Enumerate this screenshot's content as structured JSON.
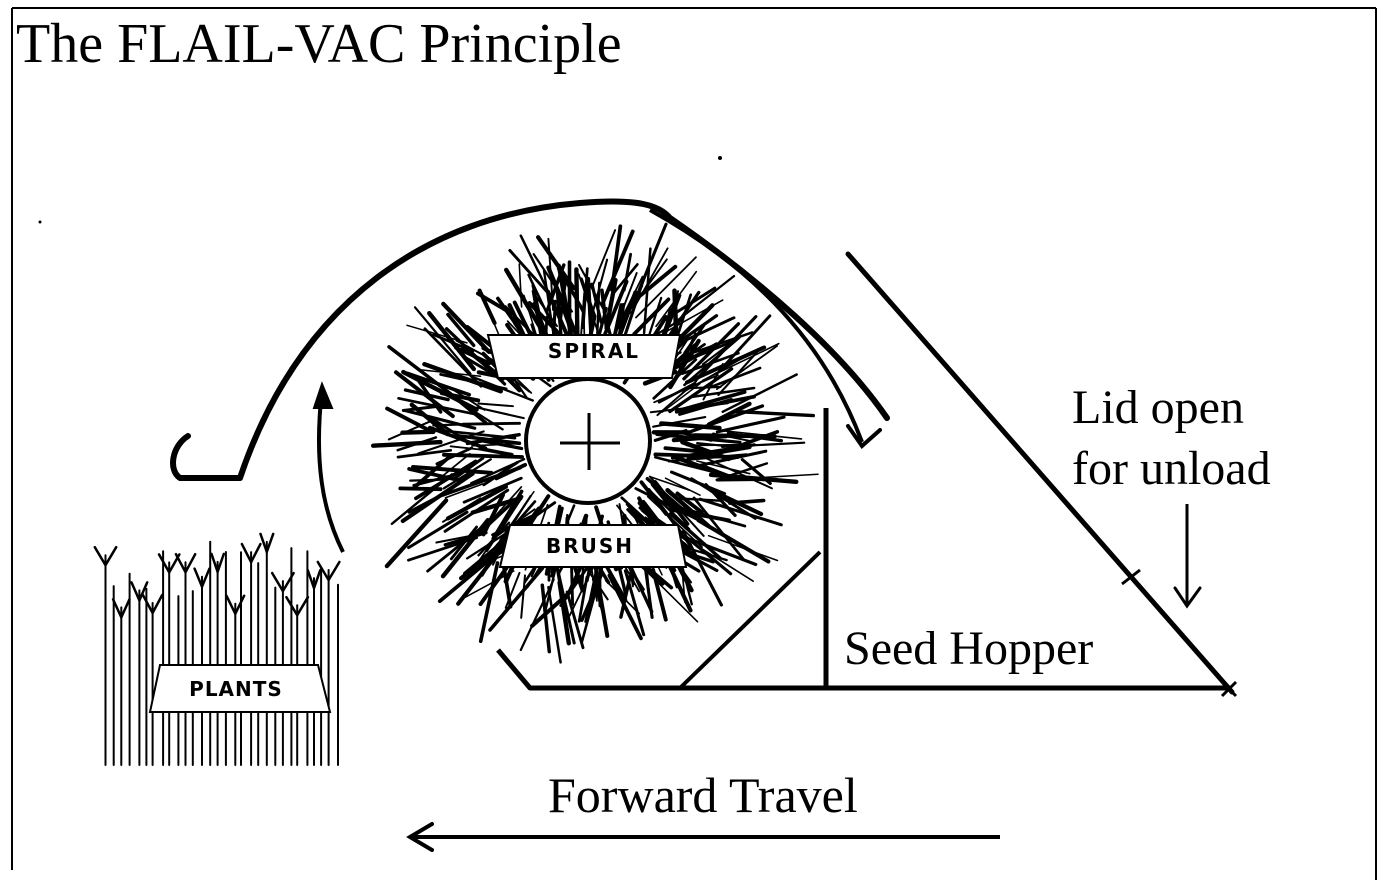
{
  "title": "The FLAIL-VAC Principle",
  "labels": {
    "spiral": "SPIRAL",
    "brush": "BRUSH",
    "plants": "PLANTS",
    "lid_line1": "Lid open",
    "lid_line2": "for unload",
    "seed_hopper": "Seed Hopper",
    "forward_travel": "Forward Travel"
  },
  "colors": {
    "ink": "#000000",
    "paper": "#ffffff"
  }
}
